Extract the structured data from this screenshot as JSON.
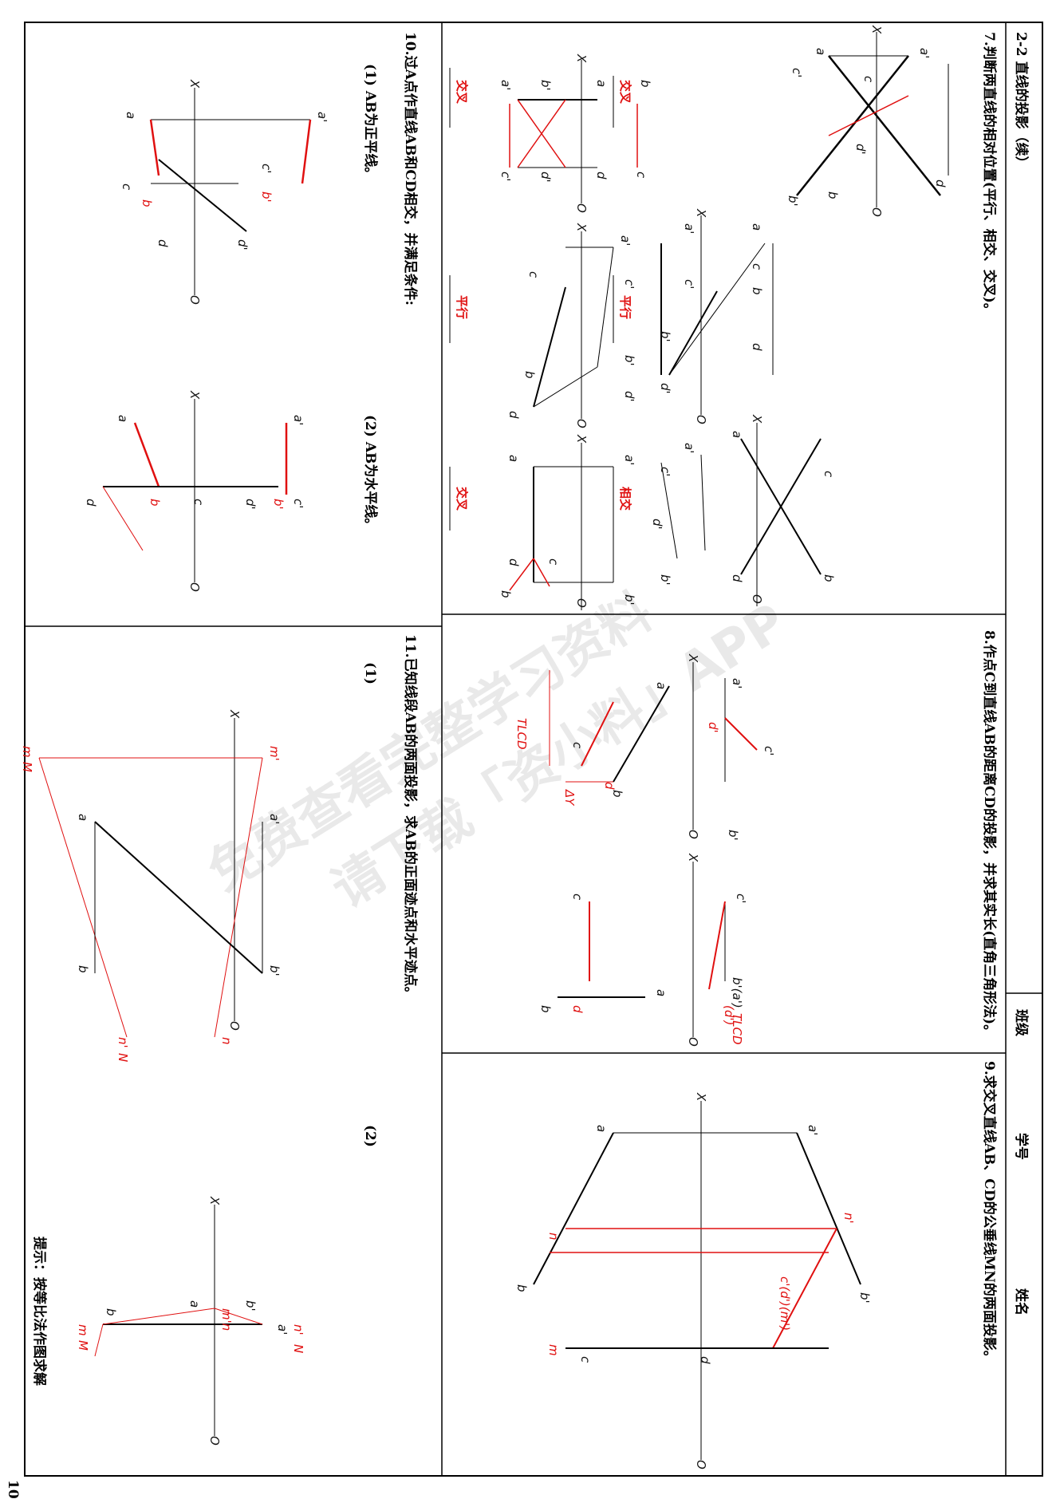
{
  "header": {
    "title": "2-2  直线的投影（续）",
    "class_label": "班级",
    "student_no_label": "学号",
    "name_label": "姓名",
    "page_number": "10"
  },
  "q7": {
    "prompt": "7.判断两直线的相对位置(平行、相交、交叉)。",
    "answers": [
      "交叉",
      "平行",
      "相交",
      "交叉",
      "平行",
      "交叉"
    ]
  },
  "q8": {
    "prompt": "8.作点C到直线AB的距离CD的投影，并求其实长(直角三角形法)。",
    "tl_label": "TLCD",
    "dy_label": "ΔY"
  },
  "q9": {
    "prompt": "9.求交叉直线AB、CD的公垂线MN的两面投影。",
    "c_label": "c'(d')(m')"
  },
  "q10": {
    "prompt": "10.过A点作直线AB和CD相交，并满足条件:",
    "sub1": "(1) AB为正平线。",
    "sub2": "(2) AB为水平线。"
  },
  "q11": {
    "prompt": "11.已知线段AB的两面投影，求AB的正面迹点和水平迹点。",
    "sub1": "(1)",
    "sub2": "(2)",
    "hint": "提示：按等比法作图求解"
  },
  "watermark": {
    "line1": "免费查看完整学习资料",
    "line2": "请下载「资小料」APP"
  },
  "labels": {
    "X": "X",
    "O": "O",
    "a": "a",
    "a1": "a'",
    "b": "b",
    "b1": "b'",
    "c": "c",
    "c1": "c'",
    "d": "d",
    "d1": "d'",
    "m": "m",
    "m1": "m'",
    "n": "n",
    "n1": "n'",
    "M": "M",
    "N": "N",
    "mn": "m'n",
    "b_a_": "b'(a')",
    "d_": "(d')"
  }
}
